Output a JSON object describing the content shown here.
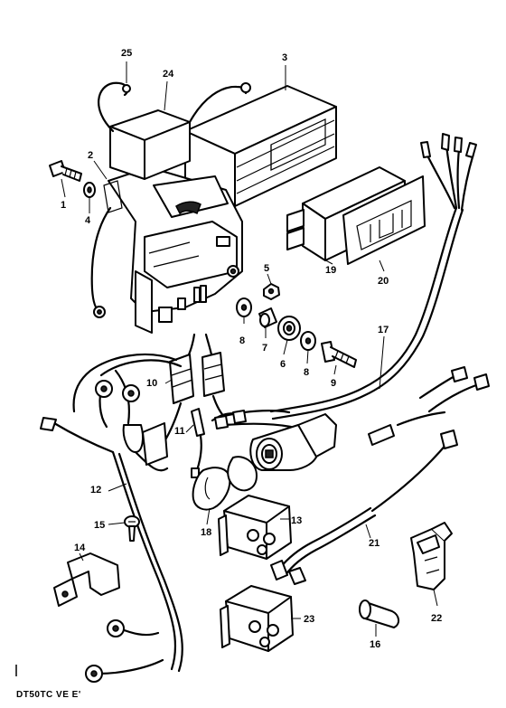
{
  "diagram": {
    "footer_code": "DT50TC VE E'",
    "callouts": {
      "c1": "1",
      "c2": "2",
      "c3": "3",
      "c4": "4",
      "c5": "5",
      "c6": "6",
      "c7": "7",
      "c8a": "8",
      "c8b": "8",
      "c9": "9",
      "c10": "10",
      "c11": "11",
      "c12": "12",
      "c13": "13",
      "c14": "14",
      "c15": "15",
      "c16": "16",
      "c17": "17",
      "c18": "18",
      "c19": "19",
      "c20": "20",
      "c21": "21",
      "c22": "22",
      "c23": "23",
      "c24": "24",
      "c25": "25"
    }
  }
}
